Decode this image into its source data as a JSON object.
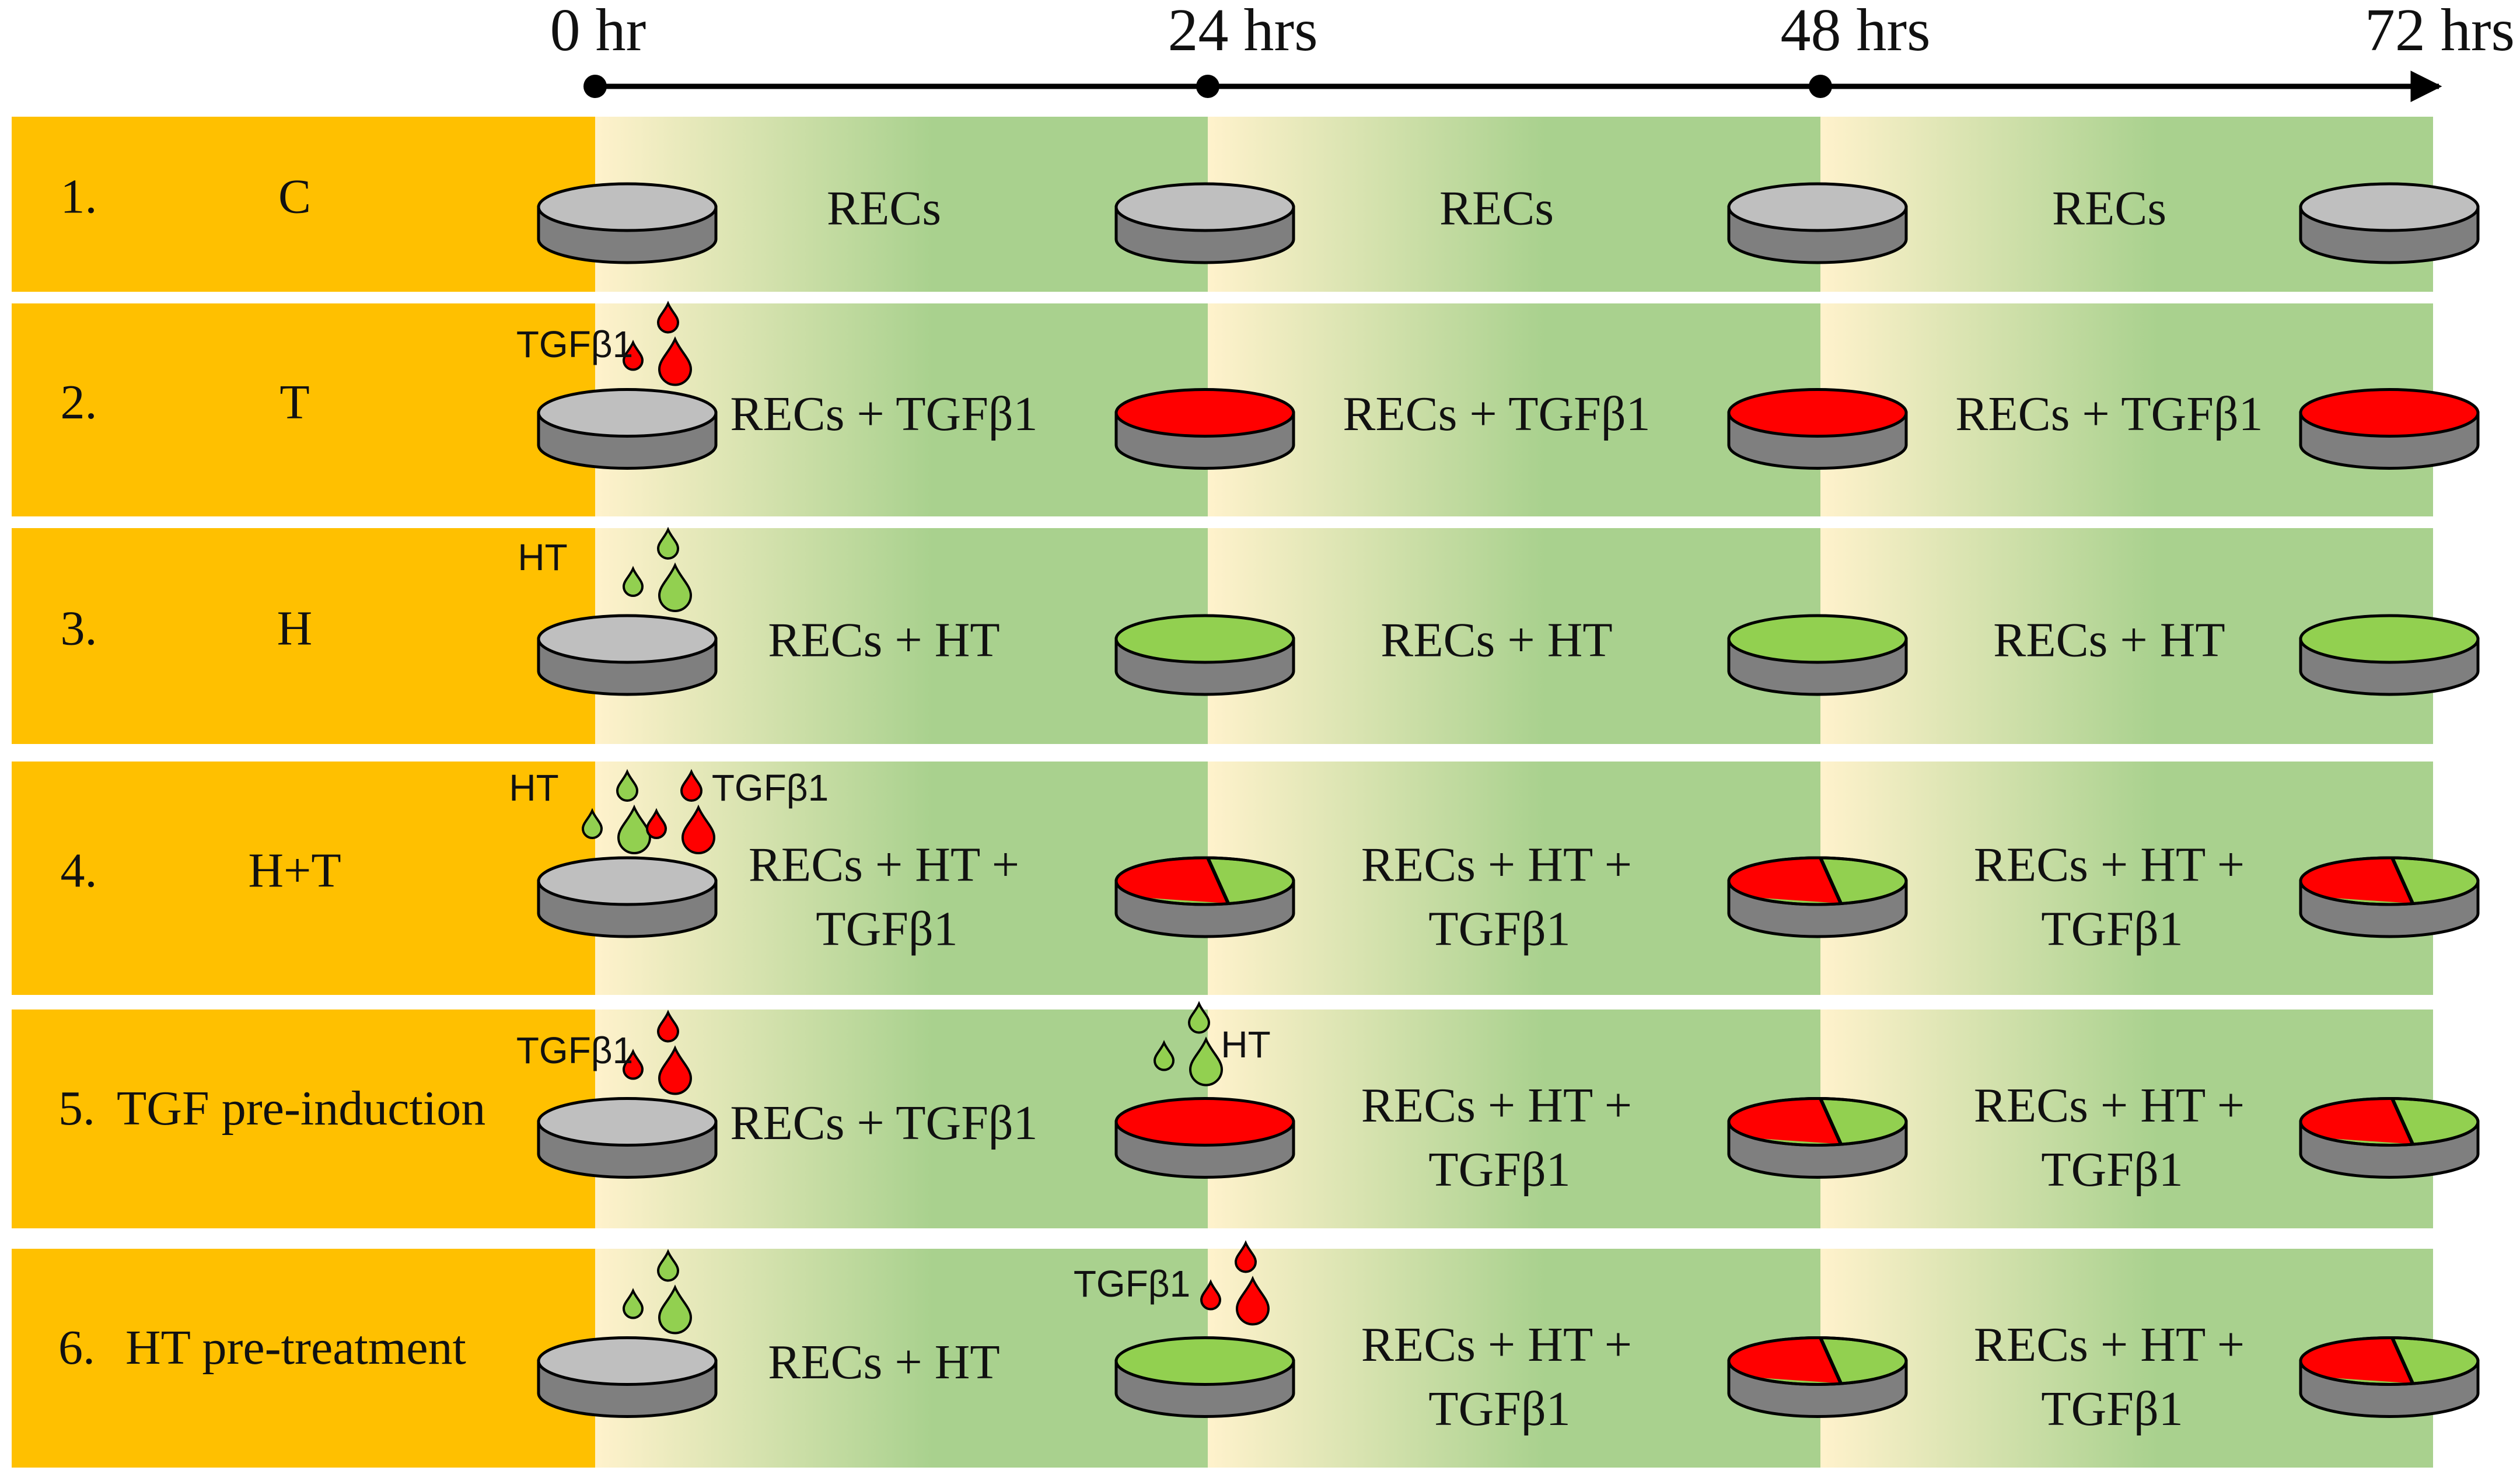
{
  "timeline": {
    "labels": [
      "0 hr",
      "24 hrs",
      "48 hrs",
      "72 hrs"
    ]
  },
  "colors": {
    "label_panel": "#FFC000",
    "band_green": "#A9D18E",
    "band_start": "#FFF2CC",
    "dish_body": "#7F7F7F",
    "dish_top_empty": "#BFBFBF",
    "dish_top_tgf": "#FF0000",
    "dish_top_ht": "#92D050",
    "drop_tgf": "#FF0000",
    "drop_ht": "#92D050"
  },
  "rows": [
    {
      "number": "1.",
      "name": "C",
      "drops": [],
      "periods": [
        {
          "lines": [
            "RECs"
          ]
        },
        {
          "lines": [
            "RECs"
          ]
        },
        {
          "lines": [
            "RECs"
          ]
        }
      ],
      "dishes": [
        "empty",
        "empty",
        "empty",
        "empty"
      ]
    },
    {
      "number": "2.",
      "name": "T",
      "drops": [
        {
          "at": 0,
          "type": "tgf",
          "label": "TGFβ1"
        }
      ],
      "periods": [
        {
          "lines": [
            "RECs + TGFβ1"
          ]
        },
        {
          "lines": [
            "RECs + TGFβ1"
          ]
        },
        {
          "lines": [
            "RECs + TGFβ1"
          ]
        }
      ],
      "dishes": [
        "empty",
        "tgf",
        "tgf",
        "tgf"
      ]
    },
    {
      "number": "3.",
      "name": "H",
      "drops": [
        {
          "at": 0,
          "type": "ht",
          "label": "HT"
        }
      ],
      "periods": [
        {
          "lines": [
            "RECs + HT"
          ]
        },
        {
          "lines": [
            "RECs + HT"
          ]
        },
        {
          "lines": [
            "RECs + HT"
          ]
        }
      ],
      "dishes": [
        "empty",
        "ht",
        "ht",
        "ht"
      ]
    },
    {
      "number": "4.",
      "name": "H+T",
      "drops": [
        {
          "at": 0,
          "type": "ht",
          "label": "HT"
        },
        {
          "at": 0,
          "type": "tgf",
          "label": "TGFβ1"
        }
      ],
      "periods": [
        {
          "lines": [
            "RECs + HT  +",
            "TGFβ1"
          ]
        },
        {
          "lines": [
            "RECs + HT  +",
            "TGFβ1"
          ]
        },
        {
          "lines": [
            "RECs + HT  +",
            "TGFβ1"
          ]
        }
      ],
      "dishes": [
        "empty",
        "mixed",
        "mixed",
        "mixed"
      ]
    },
    {
      "number": "5.",
      "name": "TGF pre-induction",
      "drops": [
        {
          "at": 0,
          "type": "tgf",
          "label": "TGFβ1"
        },
        {
          "at": 1,
          "type": "ht",
          "label": "HT"
        }
      ],
      "periods": [
        {
          "lines": [
            "RECs + TGFβ1"
          ]
        },
        {
          "lines": [
            "RECs + HT  +",
            "TGFβ1"
          ]
        },
        {
          "lines": [
            "RECs + HT  +",
            "TGFβ1"
          ]
        }
      ],
      "dishes": [
        "empty",
        "tgf",
        "mixed",
        "mixed"
      ]
    },
    {
      "number": "6.",
      "name": "HT pre-treatment",
      "drops": [
        {
          "at": 0,
          "type": "ht",
          "label": ""
        },
        {
          "at": 1,
          "type": "tgf",
          "label": "TGFβ1"
        }
      ],
      "periods": [
        {
          "lines": [
            "RECs + HT"
          ]
        },
        {
          "lines": [
            "RECs + HT  +",
            "TGFβ1"
          ]
        },
        {
          "lines": [
            "RECs + HT  +",
            "TGFβ1"
          ]
        }
      ],
      "dishes": [
        "empty",
        "ht",
        "mixed",
        "mixed"
      ]
    }
  ]
}
